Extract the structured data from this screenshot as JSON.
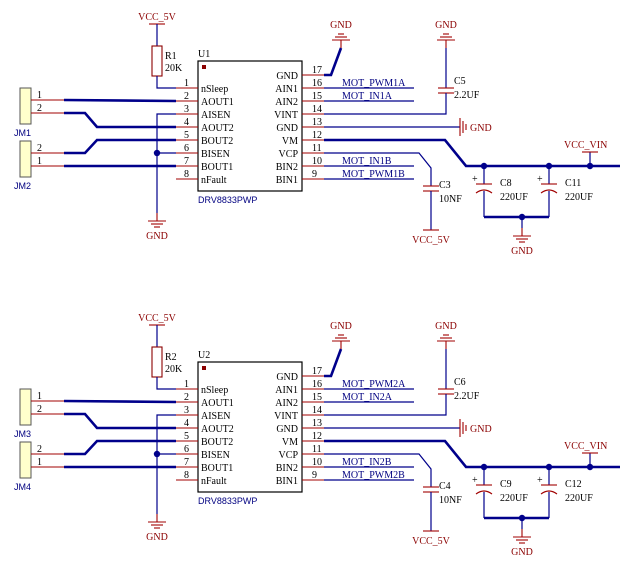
{
  "blocks": [
    {
      "chip": {
        "ref": "U1",
        "part": "DRV8833PWP"
      },
      "left_pins": [
        {
          "num": "1",
          "name": "nSleep"
        },
        {
          "num": "2",
          "name": "AOUT1"
        },
        {
          "num": "3",
          "name": "AISEN"
        },
        {
          "num": "4",
          "name": "AOUT2"
        },
        {
          "num": "5",
          "name": "BOUT2"
        },
        {
          "num": "6",
          "name": "BISEN"
        },
        {
          "num": "7",
          "name": "BOUT1"
        },
        {
          "num": "8",
          "name": "nFault"
        }
      ],
      "right_pins": [
        {
          "num": "17",
          "name": "GND"
        },
        {
          "num": "16",
          "name": "AIN1",
          "net": "MOT_PWM1A"
        },
        {
          "num": "15",
          "name": "AIN2",
          "net": "MOT_IN1A"
        },
        {
          "num": "14",
          "name": "VINT"
        },
        {
          "num": "13",
          "name": "GND"
        },
        {
          "num": "12",
          "name": "VM"
        },
        {
          "num": "11",
          "name": "VCP"
        },
        {
          "num": "10",
          "name": "BIN2",
          "net": "MOT_IN1B"
        },
        {
          "num": "9",
          "name": "BIN1",
          "net": "MOT_PWM1B"
        }
      ],
      "resistor": {
        "ref": "R1",
        "value": "20K",
        "supply": "VCC_5V"
      },
      "connectors": [
        {
          "ref": "JM1",
          "pins": [
            "1",
            "2"
          ]
        },
        {
          "ref": "JM2",
          "pins": [
            "2",
            "1"
          ]
        }
      ],
      "caps": {
        "vint": {
          "ref": "C5",
          "value": "2.2UF"
        },
        "vcp": {
          "ref": "C3",
          "value": "10NF"
        },
        "bulk1": {
          "ref": "C8",
          "value": "220UF"
        },
        "bulk2": {
          "ref": "C11",
          "value": "220UF"
        }
      },
      "labels": {
        "gnd": "GND",
        "vcc5": "VCC_5V",
        "vin": "VCC_VIN",
        "plus": "+"
      }
    },
    {
      "chip": {
        "ref": "U2",
        "part": "DRV8833PWP"
      },
      "left_pins": [
        {
          "num": "1",
          "name": "nSleep"
        },
        {
          "num": "2",
          "name": "AOUT1"
        },
        {
          "num": "3",
          "name": "AISEN"
        },
        {
          "num": "4",
          "name": "AOUT2"
        },
        {
          "num": "5",
          "name": "BOUT2"
        },
        {
          "num": "6",
          "name": "BISEN"
        },
        {
          "num": "7",
          "name": "BOUT1"
        },
        {
          "num": "8",
          "name": "nFault"
        }
      ],
      "right_pins": [
        {
          "num": "17",
          "name": "GND"
        },
        {
          "num": "16",
          "name": "AIN1",
          "net": "MOT_PWM2A"
        },
        {
          "num": "15",
          "name": "AIN2",
          "net": "MOT_IN2A"
        },
        {
          "num": "14",
          "name": "VINT"
        },
        {
          "num": "13",
          "name": "GND"
        },
        {
          "num": "12",
          "name": "VM"
        },
        {
          "num": "11",
          "name": "VCP"
        },
        {
          "num": "10",
          "name": "BIN2",
          "net": "MOT_IN2B"
        },
        {
          "num": "9",
          "name": "BIN1",
          "net": "MOT_PWM2B"
        }
      ],
      "resistor": {
        "ref": "R2",
        "value": "20K",
        "supply": "VCC_5V"
      },
      "connectors": [
        {
          "ref": "JM3",
          "pins": [
            "1",
            "2"
          ]
        },
        {
          "ref": "JM4",
          "pins": [
            "2",
            "1"
          ]
        }
      ],
      "caps": {
        "vint": {
          "ref": "C6",
          "value": "2.2UF"
        },
        "vcp": {
          "ref": "C4",
          "value": "10NF"
        },
        "bulk1": {
          "ref": "C9",
          "value": "220UF"
        },
        "bulk2": {
          "ref": "C12",
          "value": "220UF"
        }
      },
      "labels": {
        "gnd": "GND",
        "vcc5": "VCC_5V",
        "vin": "VCC_VIN",
        "plus": "+"
      }
    }
  ]
}
